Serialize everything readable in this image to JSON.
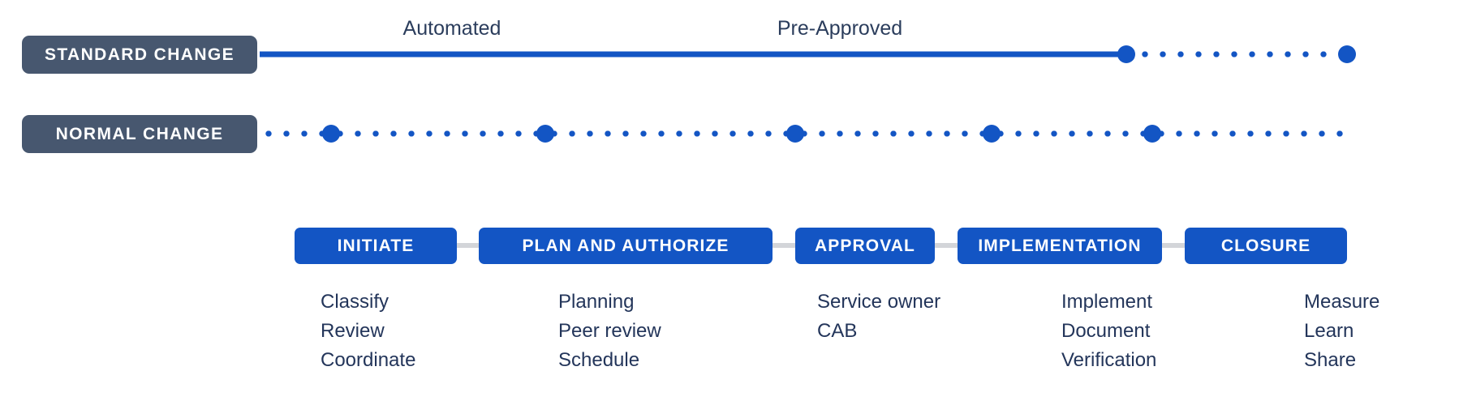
{
  "diagram": {
    "title_rows": [
      {
        "id": "standard",
        "label": "STANDARD CHANGE",
        "annotations": [
          "Automated",
          "Pre-Approved"
        ]
      },
      {
        "id": "normal",
        "label": "NORMAL CHANGE"
      }
    ],
    "annotations": {
      "automated": "Automated",
      "pre_approved": "Pre-Approved"
    },
    "colors": {
      "pill": "#47576f",
      "accent_blue": "#1355c4",
      "connector_gray": "#d3d5d9",
      "text_navy": "#23355a",
      "background": "#ffffff"
    },
    "steps": [
      {
        "label": "INITIATE",
        "items": [
          "Classify",
          "Review",
          "Coordinate"
        ]
      },
      {
        "label": "PLAN AND AUTHORIZE",
        "items": [
          "Planning",
          "Peer review",
          "Schedule"
        ]
      },
      {
        "label": "APPROVAL",
        "items": [
          "Service owner",
          "CAB"
        ]
      },
      {
        "label": "IMPLEMENTATION",
        "items": [
          "Implement",
          "Document",
          "Verification"
        ]
      },
      {
        "label": "CLOSURE",
        "items": [
          "Measure",
          "Learn",
          "Share"
        ]
      }
    ]
  }
}
